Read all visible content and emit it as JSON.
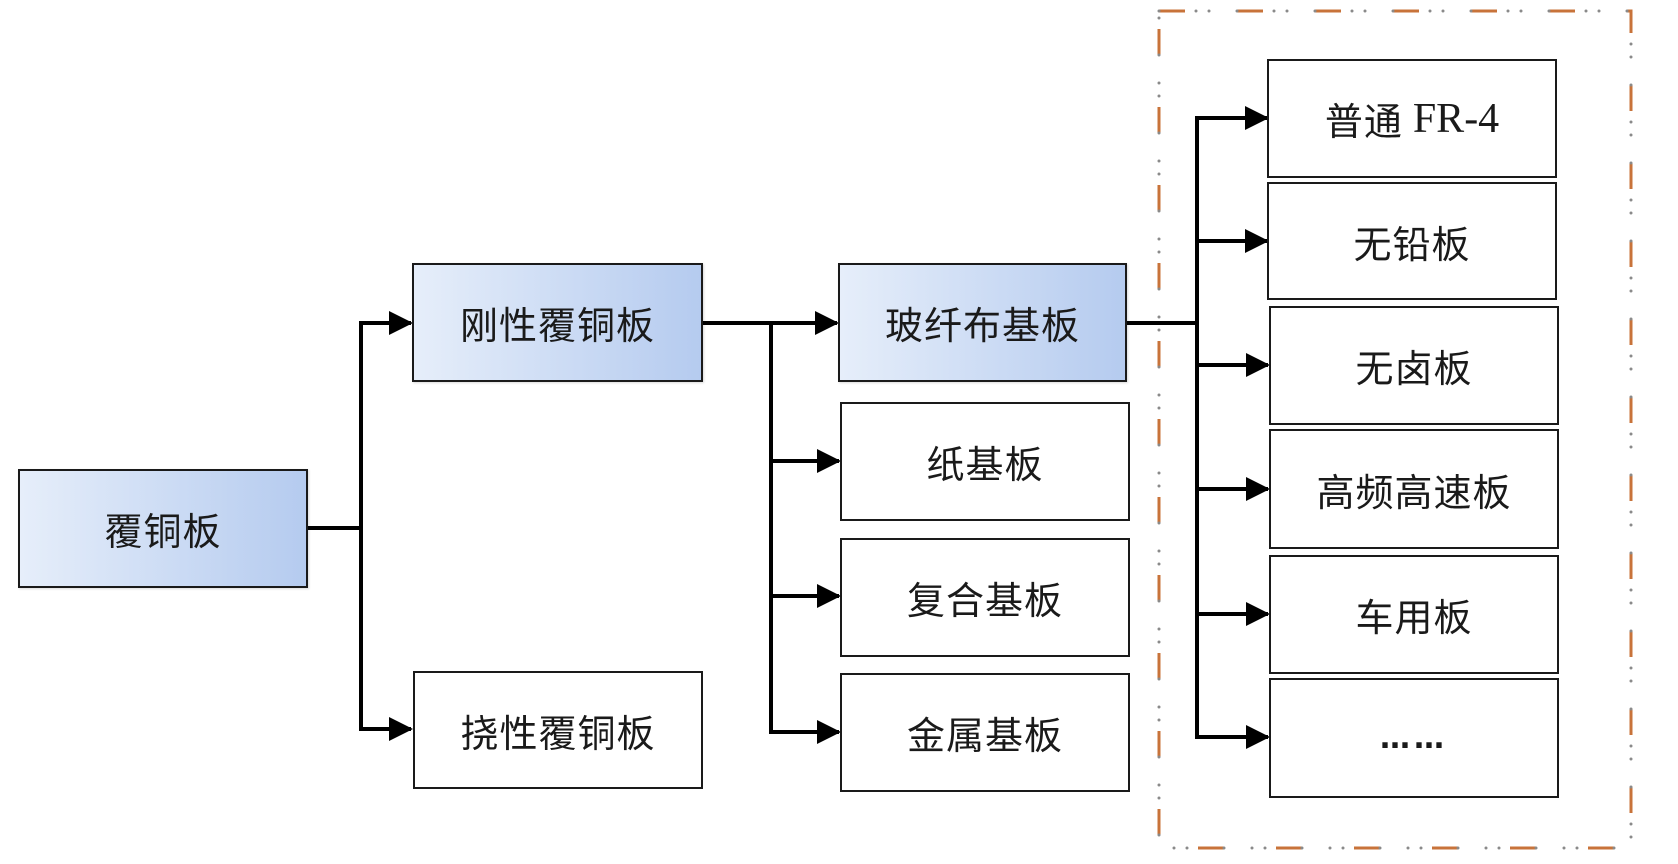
{
  "title": "覆铜板分类",
  "colors": {
    "highlight_start": "#e6eefa",
    "highlight_end": "#b5cbef",
    "line": "#000000",
    "group_border_dash": "#c8733a",
    "group_border_dot": "#8a8a8a"
  },
  "nodes": {
    "root": {
      "label": "覆铜板",
      "highlighted": true
    },
    "rigid": {
      "label": "刚性覆铜板",
      "highlighted": true
    },
    "flexible": {
      "label": "挠性覆铜板",
      "highlighted": false
    },
    "glass_fiber": {
      "label": "玻纤布基板",
      "highlighted": true
    },
    "paper": {
      "label": "纸基板",
      "highlighted": false
    },
    "composite": {
      "label": "复合基板",
      "highlighted": false
    },
    "metal": {
      "label": "金属基板",
      "highlighted": false
    },
    "fr4": {
      "label": "普通",
      "label_latin": "FR-4",
      "highlighted": false
    },
    "lead_free": {
      "label": "无铅板",
      "highlighted": false
    },
    "halogen_free": {
      "label": "无卤板",
      "highlighted": false
    },
    "high_freq_speed": {
      "label": "高频高速板",
      "highlighted": false
    },
    "automotive": {
      "label": "车用板",
      "highlighted": false
    },
    "more": {
      "label": "……",
      "highlighted": false
    }
  },
  "edges": [
    {
      "from": "root",
      "to": "rigid"
    },
    {
      "from": "root",
      "to": "flexible"
    },
    {
      "from": "rigid",
      "to": "glass_fiber"
    },
    {
      "from": "rigid",
      "to": "paper"
    },
    {
      "from": "rigid",
      "to": "composite"
    },
    {
      "from": "rigid",
      "to": "metal"
    },
    {
      "from": "glass_fiber",
      "to": "fr4"
    },
    {
      "from": "glass_fiber",
      "to": "lead_free"
    },
    {
      "from": "glass_fiber",
      "to": "halogen_free"
    },
    {
      "from": "glass_fiber",
      "to": "high_freq_speed"
    },
    {
      "from": "glass_fiber",
      "to": "automotive"
    },
    {
      "from": "glass_fiber",
      "to": "more"
    }
  ],
  "groups": [
    {
      "name": "glass-fiber-subtypes",
      "style": "dash-dot-dot",
      "members": [
        "fr4",
        "lead_free",
        "halogen_free",
        "high_freq_speed",
        "automotive",
        "more"
      ]
    }
  ]
}
